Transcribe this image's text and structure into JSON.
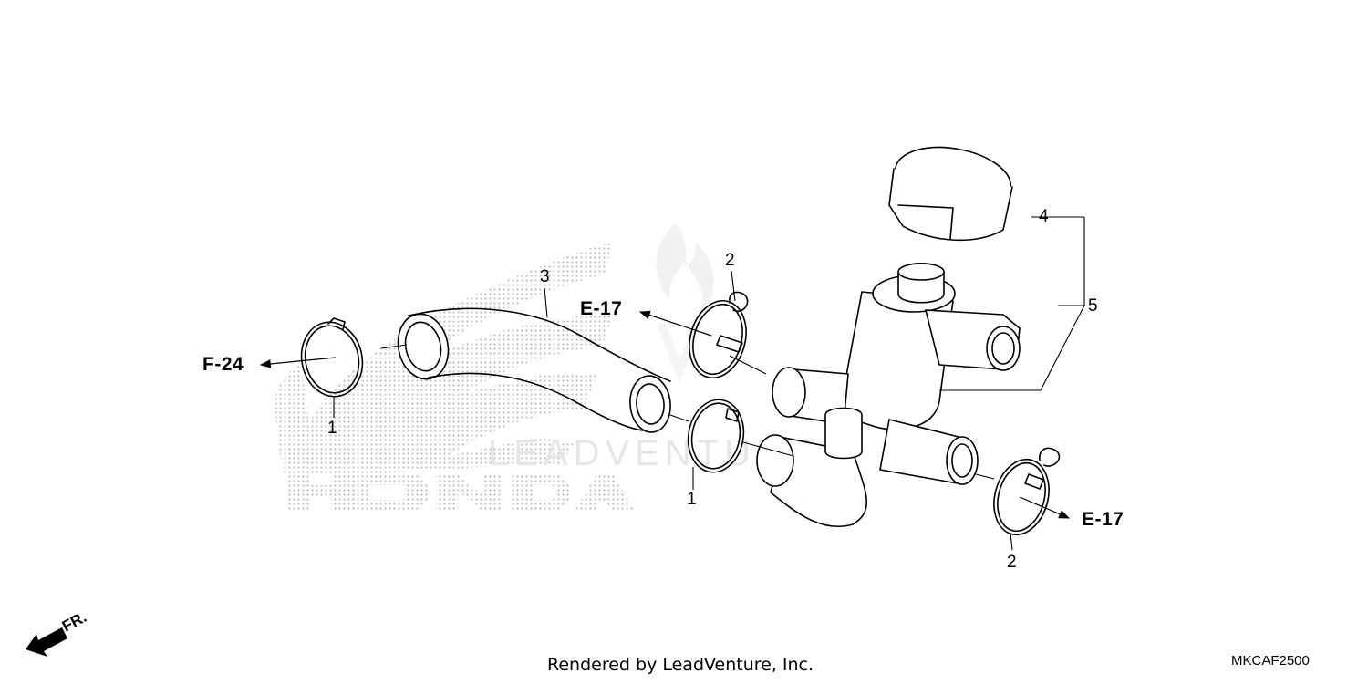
{
  "callouts": {
    "c1_left": "1",
    "c1_mid": "1",
    "c2_top": "2",
    "c2_bottom": "2",
    "c3": "3",
    "c4": "4",
    "c5": "5"
  },
  "refs": {
    "f24": "F-24",
    "e17_top": "E-17",
    "e17_bottom": "E-17"
  },
  "direction": {
    "label": "FR."
  },
  "watermark": {
    "brand": "HONDA",
    "dealer": "LEADVENTURE"
  },
  "footer": {
    "rendered_by": "Rendered by LeadVenture, Inc.",
    "diagram_code": "MKCAF2500"
  },
  "colors": {
    "line": "#000000",
    "watermark": "#c8c8c8",
    "background": "#ffffff"
  }
}
